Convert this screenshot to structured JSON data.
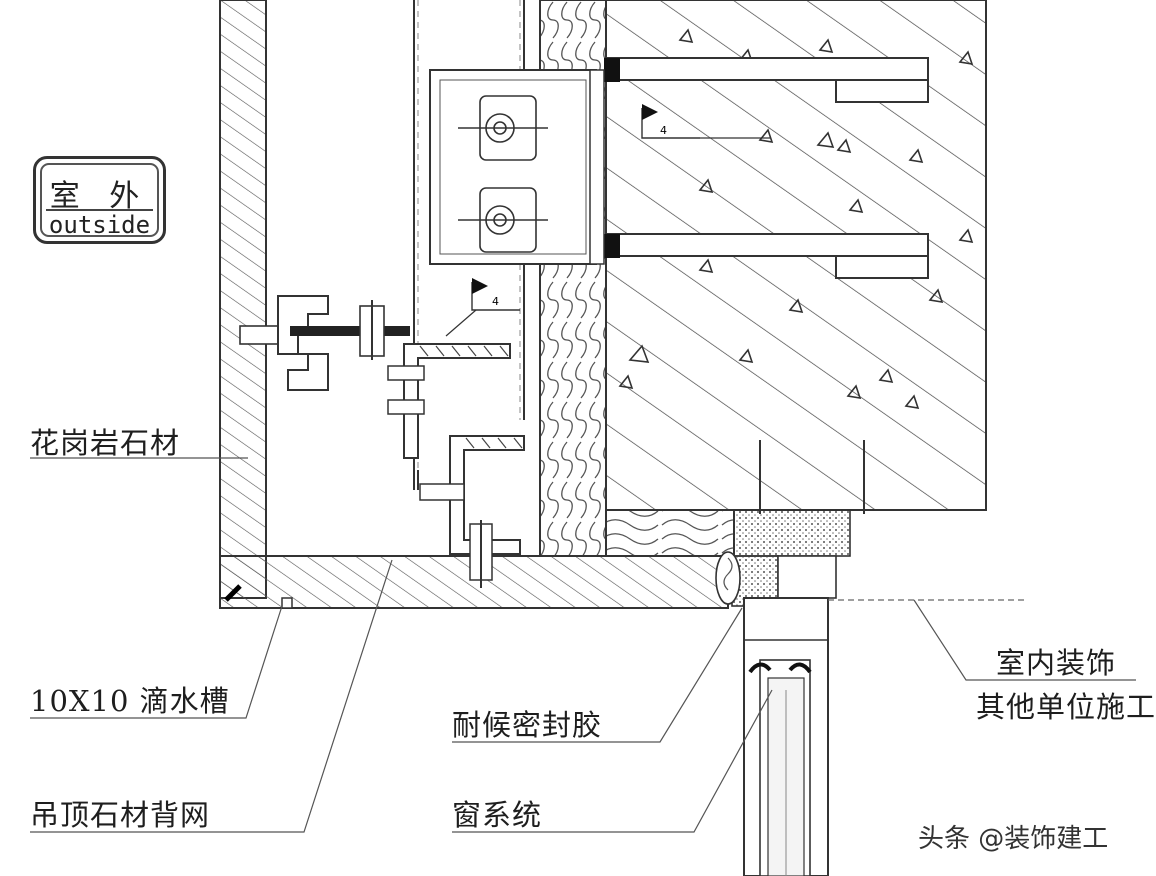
{
  "badge": {
    "zh": "室 外",
    "en": "outside"
  },
  "labels": {
    "granite": "花岗岩石材",
    "drip_groove": "10X10 滴水槽",
    "ceiling_mesh": "吊顶石材背网",
    "sealant": "耐候密封胶",
    "window_system": "窗系统",
    "interior_line1": "室内装饰",
    "interior_line2": "其他单位施工"
  },
  "weld_marks": [
    "4",
    "4"
  ],
  "watermark": "头条 @装饰建工"
}
